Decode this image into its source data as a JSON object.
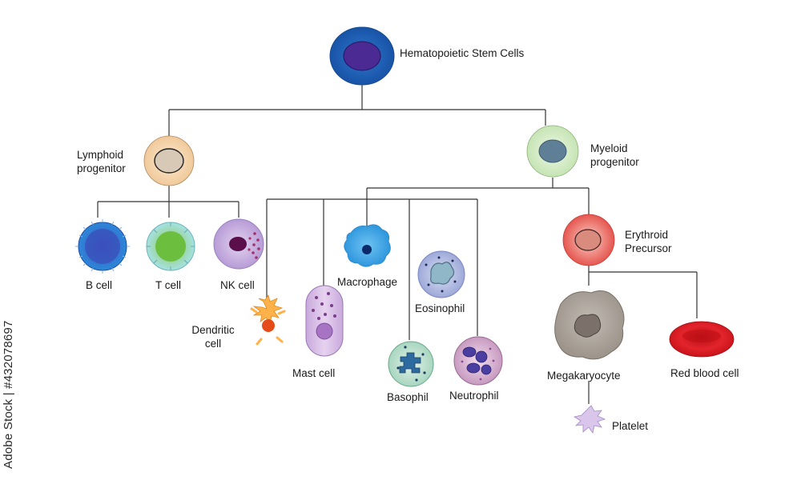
{
  "diagram": {
    "root": "Hematopoietic Stem Cells",
    "lymphoid": {
      "label_line1": "Lymphoid",
      "label_line2": "progenitor",
      "children": [
        "B cell",
        "T cell",
        "NK cell"
      ]
    },
    "myeloid": {
      "label_line1": "Myeloid",
      "label_line2": "progenitor",
      "children": {
        "dendritic_line1": "Dendritic",
        "dendritic_line2": "cell",
        "mast": "Mast cell",
        "macrophage": "Macrophage",
        "basophil": "Basophil",
        "eosinophil": "Eosinophil",
        "neutrophil": "Neutrophil"
      }
    },
    "erythroid": {
      "label_line1": "Erythroid",
      "label_line2": "Precursor",
      "megakaryocyte": "Megakaryocyte",
      "red_blood_cell": "Red blood cell",
      "platelet": "Platelet"
    }
  },
  "watermark": "Adobe Stock | #432078697",
  "colors": {
    "line": "#333333",
    "stem_outer": "#1d5fb4",
    "stem_inner": "#4b2a93",
    "lymphoid": "#f6d8b2",
    "myeloid": "#d9efcb",
    "erythroid": "#e8625c",
    "rbc": "#d3121c"
  }
}
